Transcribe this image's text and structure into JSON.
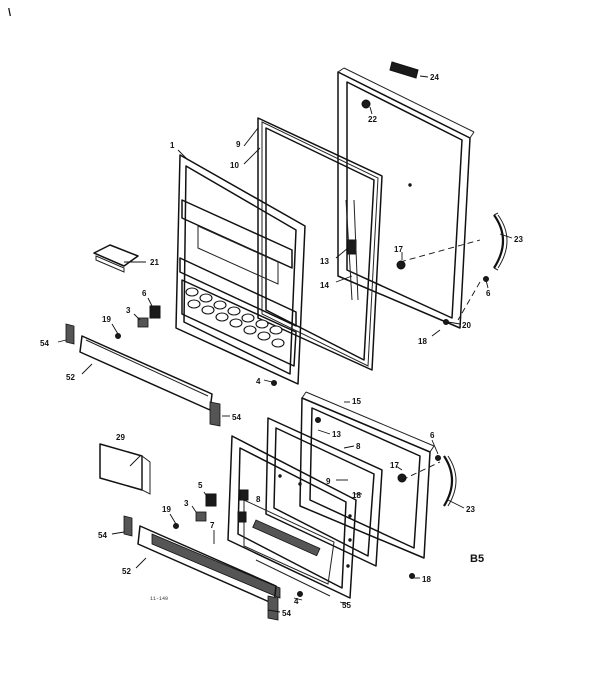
{
  "labels": {
    "p1": "1",
    "p3a": "3",
    "p3b": "3",
    "p4a": "4",
    "p4b": "4",
    "p5": "5",
    "p6a": "6",
    "p6b": "6",
    "p6c": "6",
    "p7": "7",
    "p8a": "8",
    "p8b": "8",
    "p9a": "9",
    "p9b": "9",
    "p10": "10",
    "p13a": "13",
    "p13b": "13",
    "p14": "14",
    "p15": "15",
    "p17a": "17",
    "p17b": "17",
    "p18a": "18",
    "p18b": "18",
    "p18c": "18",
    "p19a": "19",
    "p19b": "19",
    "p20": "20",
    "p21": "21",
    "p22": "22",
    "p23a": "23",
    "p23b": "23",
    "p24": "24",
    "p29": "29",
    "p52a": "52",
    "p52b": "52",
    "p54a": "54",
    "p54b": "54",
    "p54c": "54",
    "p54d": "54",
    "p55": "55"
  },
  "corner_mark": "\\",
  "section_code": "B5",
  "drawing_code": "11-149"
}
